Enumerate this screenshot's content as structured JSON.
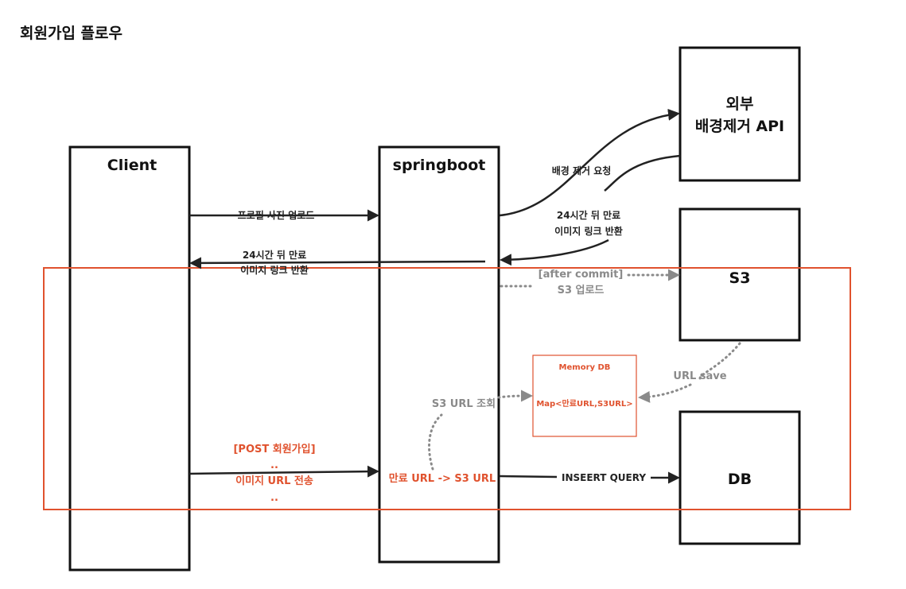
{
  "title": "회원가입 플로우",
  "nodes": {
    "client": "Client",
    "springboot": "springboot",
    "external_api_line1": "외부",
    "external_api_line2": "배경제거 API",
    "s3": "S3",
    "db": "DB"
  },
  "memory_db": {
    "title": "Memory DB",
    "content": "Map<만료URL,S3URL>"
  },
  "edges": {
    "profile_upload": "프로필 사진 업로드",
    "link_return_line1": "24시간 뒤 만료",
    "link_return_line2": "이미지 링크 반환",
    "bg_remove_request": "배경 제거 요청",
    "api_return_line1": "24시간 뒤 만료",
    "api_return_line2": "이미지 링크 반환",
    "after_commit_line1": "[after commit]",
    "after_commit_line2": "S3 업로드",
    "url_save": "URL save",
    "s3_url_lookup": "S3 URL 조회",
    "signup_line1": "[POST 회원가입]",
    "signup_line2": "..",
    "signup_line3": "이미지 URL 전송",
    "signup_line4": "..",
    "convert": "만료 URL -> S3 URL",
    "insert_query": "INSEERT QUERY"
  },
  "colors": {
    "accent": "#e0522e",
    "ink": "#111111",
    "muted": "#8a8a8a"
  }
}
